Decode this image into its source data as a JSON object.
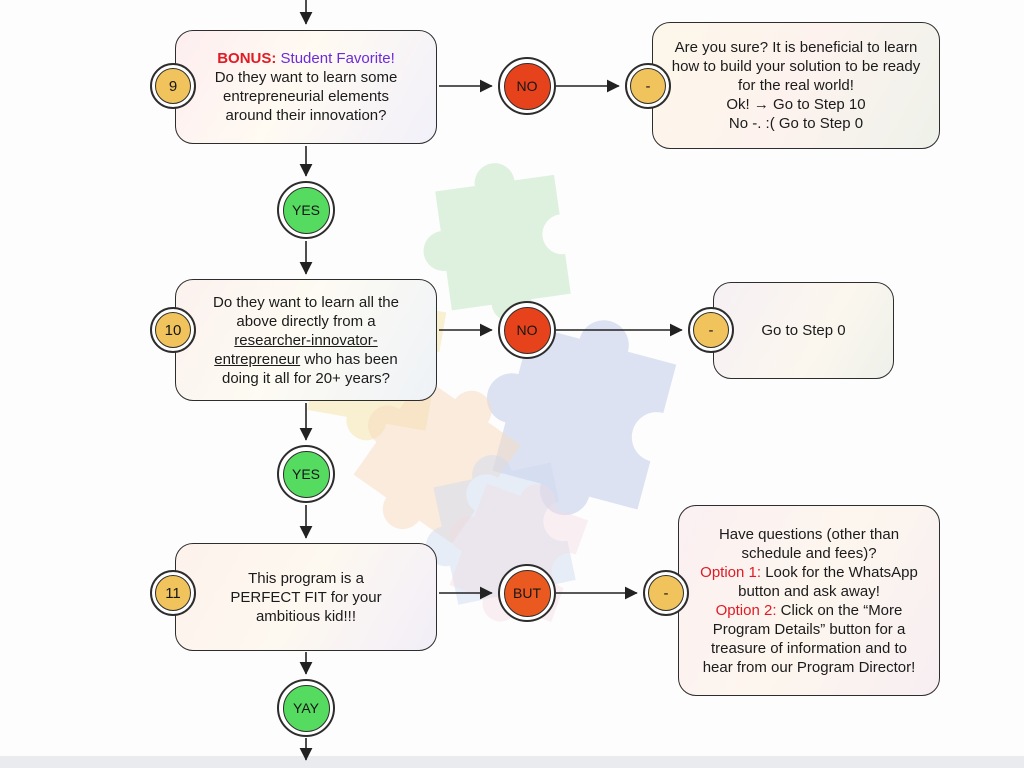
{
  "diagram": {
    "step9": {
      "badge": "9",
      "bonus_label": "BONUS:",
      "favorite_label": "Student Favorite!",
      "question": "Do they want to learn some entrepreneurial elements around their innovation?",
      "no_label": "NO",
      "dash_label": "-",
      "yes_label": "YES",
      "answer": {
        "line1": "Are you sure? It is beneficial to learn how to build your solution to be ready for the real world!",
        "line2": "Ok! → Go to Step 10",
        "line3": "No -. :( Go to Step 0"
      }
    },
    "step10": {
      "badge": "10",
      "question_part1": "Do they want to learn all the above directly from a ",
      "question_underlined": "researcher-innovator-entrepreneur",
      "question_part2": " who has been doing it all for 20+ years?",
      "no_label": "NO",
      "dash_label": "-",
      "yes_label": "YES",
      "answer": "Go to Step 0"
    },
    "step11": {
      "badge": "11",
      "statement": "This program is a PERFECT FIT for your ambitious kid!!!",
      "but_label": "BUT",
      "dash_label": "-",
      "yay_label": "YAY",
      "answer": {
        "intro": "Have questions (other than schedule and fees)?",
        "option1_label": "Option 1:",
        "option1_text": "Look for the WhatsApp button and ask away!",
        "option2_label": "Option 2:",
        "option2_text": "Click on the “More Program Details” button for a treasure of information and to hear from our Program Director!"
      }
    },
    "colors": {
      "no_fill": "#e6431c",
      "but_fill": "#ea5a20",
      "yes_fill": "#55db60",
      "badge_fill": "#f1c35c",
      "accent_red": "#e01b24",
      "accent_purple": "#6c2bd9",
      "line": "#222222"
    }
  }
}
